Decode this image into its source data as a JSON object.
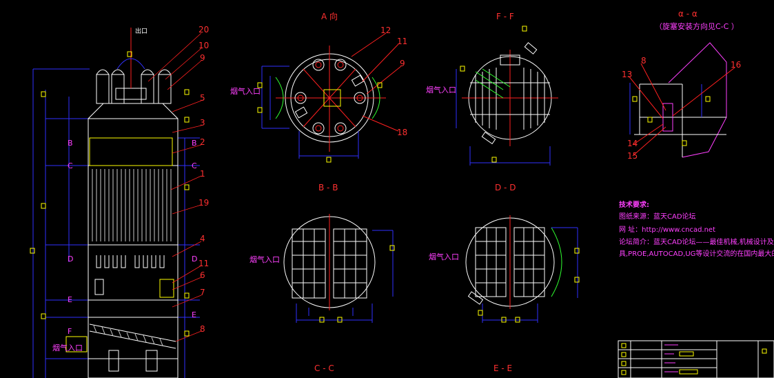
{
  "views": {
    "a": "A 向",
    "ff": "F - F",
    "aa": "α - α",
    "aa_note": "（旋塞安装方向见C-C    ）",
    "bb": "B - B",
    "dd": "D - D",
    "cc": "C - C",
    "ee": "E - E"
  },
  "gas_inlet": "烟气入口",
  "top_label": "出口",
  "part_numbers": {
    "elev": [
      "20",
      "10",
      "9",
      "5",
      "3",
      "2",
      "1",
      "19",
      "4",
      "11",
      "6",
      "7",
      "8"
    ],
    "a_view": [
      "12",
      "11",
      "9",
      "18"
    ],
    "alpha": [
      "13",
      "8",
      "16",
      "14",
      "15"
    ]
  },
  "section_letters": [
    "B",
    "B",
    "C",
    "C",
    "D",
    "D",
    "E",
    "E",
    "F"
  ],
  "notes": {
    "title": "技术要求:",
    "lines": [
      "图纸来源：蓝天CAD论坛",
      "网    址：http://www.cncad.net",
      "论坛简介：蓝天CAD论坛——最佳机械,机械设计及加工工艺,模具设计及工艺",
      "具,PROE,AUTOCAD,UG等设计交流的在国内最大的专业论坛"
    ]
  },
  "colors": {
    "outline": "#ffffff",
    "center_line": "#ff2020",
    "dimension": "#3030ff",
    "text": "#ff40ff",
    "marker": "#ffff00",
    "note_arc": "#30ff30"
  }
}
